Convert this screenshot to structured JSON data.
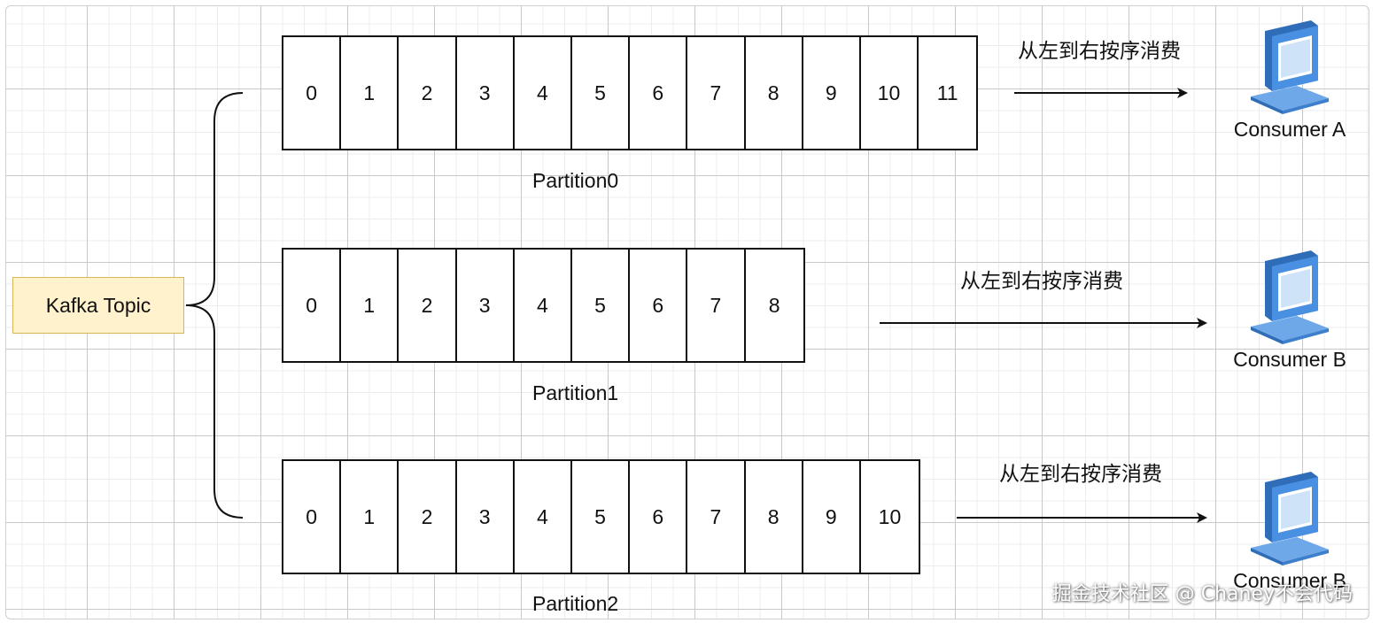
{
  "topic": {
    "label": "Kafka Topic"
  },
  "partitions": [
    {
      "name": "Partition0",
      "offsets": [
        "0",
        "1",
        "2",
        "3",
        "4",
        "5",
        "6",
        "7",
        "8",
        "9",
        "10",
        "11"
      ],
      "flow_label": "从左到右按序消费",
      "consumer": "Consumer A"
    },
    {
      "name": "Partition1",
      "offsets": [
        "0",
        "1",
        "2",
        "3",
        "4",
        "5",
        "6",
        "7",
        "8"
      ],
      "flow_label": "从左到右按序消费",
      "consumer": "Consumer B"
    },
    {
      "name": "Partition2",
      "offsets": [
        "0",
        "1",
        "2",
        "3",
        "4",
        "5",
        "6",
        "7",
        "8",
        "9",
        "10"
      ],
      "flow_label": "从左到右按序消费",
      "consumer": "Consumer B"
    }
  ],
  "watermark": "掘金技术社区 @ Chaney不会代码",
  "colors": {
    "topic_fill": "#fff2cc",
    "topic_border": "#d6b656",
    "laptop_blue": "#4a90e2",
    "grid": "#c9c9c9"
  },
  "icons": {
    "consumer": "laptop-icon"
  }
}
